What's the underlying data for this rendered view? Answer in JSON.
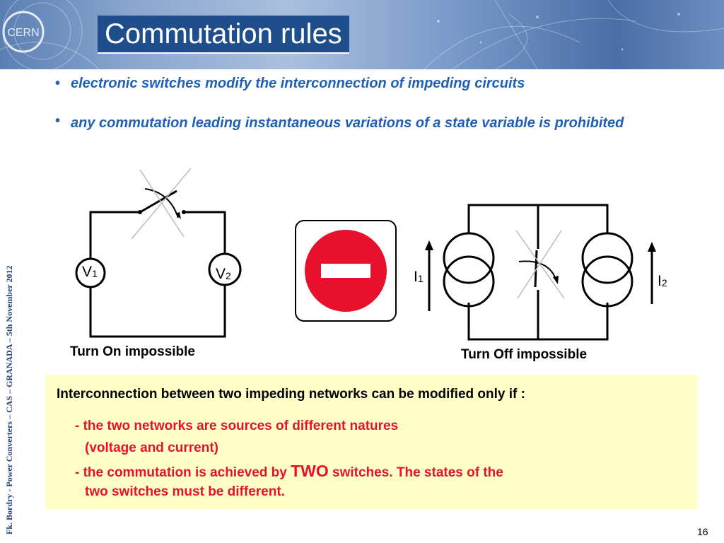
{
  "slide": {
    "title": "Commutation rules",
    "logo_text": "CERN",
    "side_text": "Fk. Bordry - Power Converters – CAS – GRANADA – 5th November 2012",
    "page_number": "16"
  },
  "bullets": [
    {
      "symbol": "•",
      "text": "electronic switches modify the interconnection of impeding circuits"
    },
    {
      "symbol": "•",
      "text": "any commutation leading instantaneous variations of a state variable is prohibited"
    }
  ],
  "diagram_left": {
    "source1": {
      "letter": "V",
      "index": "1"
    },
    "source2": {
      "letter": "V",
      "index": "2"
    },
    "caption": "Turn On impossible"
  },
  "diagram_right": {
    "source1": {
      "letter": "I",
      "index": "1"
    },
    "source2": {
      "letter": "I",
      "index": "2"
    },
    "caption": "Turn Off impossible"
  },
  "note": {
    "heading": "Interconnection between two impeding networks can be modified only if :",
    "rule1_line1": "- the two networks are sources of different natures",
    "rule1_line2": "(voltage and current)",
    "rule2_pre": "- the commutation is achieved by ",
    "rule2_emph": "TWO",
    "rule2_post": " switches. The states of the",
    "rule2_line2": "two switches must be different."
  },
  "colors": {
    "title_bg": "#1f4e8c",
    "bullet_text": "#1f5fb4",
    "note_bg": "#ffffc7",
    "note_rule_text": "#e8112d",
    "no_entry_sign": "#e8112d"
  }
}
